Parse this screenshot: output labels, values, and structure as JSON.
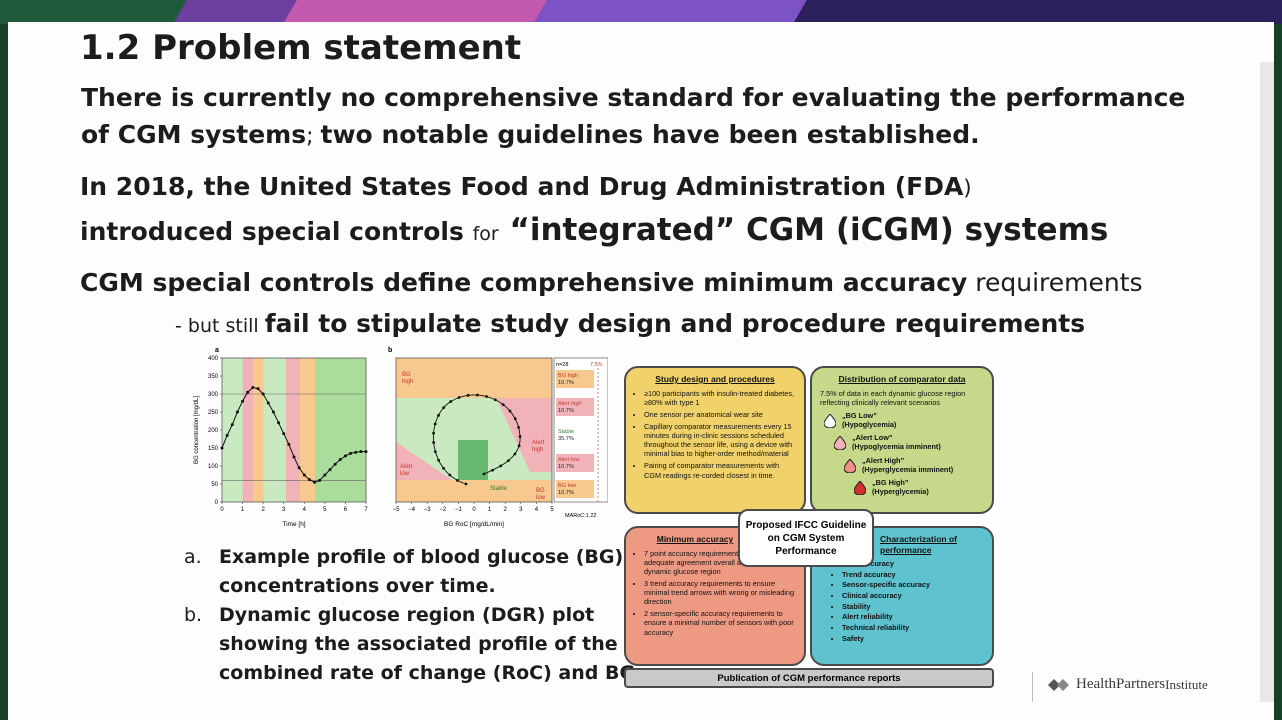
{
  "slide": {
    "title": "1.2 Problem statement",
    "line1a": "There is currently no comprehensive standard for evaluating the performance",
    "line1b": "of CGM systems",
    "line1c": "; ",
    "line1d": "two notable guidelines have been established.",
    "line2a": "In 2018, the United States Food and Drug Administration (FDA",
    "line2b": ")",
    "line3a": "introduced special controls ",
    "line3b": "for",
    "line3c": " “integrated” CGM (iCGM) systems",
    "line4a": "CGM special controls define comprehensive minimum accuracy",
    "line4b": " requirements",
    "line5a": "- but still ",
    "line5b": "fail to stipulate study design and procedure requirements",
    "caption_a_marker": "a.",
    "caption_a_line1": "Example profile of blood glucose (BG)",
    "caption_a_line2": "concentrations over time.",
    "caption_b_marker": "b.",
    "caption_b_line1": "Dynamic glucose region (DGR) plot",
    "caption_b_line2": "showing the associated profile of the",
    "caption_b_line3": "combined rate of change (RoC) and BG"
  },
  "figure": {
    "panel_a_label": "a",
    "panel_b_label": "b",
    "a_ylabel": "BG concentration [mg/dL]",
    "a_xlabel": "Time [h]",
    "a_yticks": [
      "0",
      "50",
      "100",
      "150",
      "200",
      "250",
      "300",
      "350",
      "400"
    ],
    "a_xticks": [
      "0",
      "1",
      "2",
      "3",
      "4",
      "5",
      "6",
      "7"
    ],
    "b_xlabel": "BG RoC [mg/dL/min]",
    "b_xticks": [
      "−5",
      "−4",
      "−3",
      "−2",
      "−1",
      "0",
      "1",
      "2",
      "3",
      "4",
      "5"
    ],
    "b_n": "n=28",
    "b_pct": "7.5%",
    "b_version": "MARoC:1.22",
    "b_regions": {
      "bg_high": "BG\nhigh",
      "alert_high": "Alert\nhigh",
      "stable": "Stable",
      "alert_low": "Alert\nlow",
      "bg_low": "BG\nlow"
    },
    "b_table": [
      {
        "label": "BG high",
        "pct": "10.7%"
      },
      {
        "label": "Alert high",
        "pct": "10.7%"
      },
      {
        "label": "Stable",
        "pct": "35.7%"
      },
      {
        "label": "Alert low",
        "pct": "10.7%"
      },
      {
        "label": "BG low",
        "pct": "10.7%"
      }
    ],
    "a_series": [
      [
        0,
        150
      ],
      [
        0.25,
        185
      ],
      [
        0.5,
        215
      ],
      [
        0.75,
        250
      ],
      [
        1,
        280
      ],
      [
        1.25,
        305
      ],
      [
        1.5,
        318
      ],
      [
        1.75,
        315
      ],
      [
        2,
        300
      ],
      [
        2.25,
        275
      ],
      [
        2.5,
        250
      ],
      [
        2.75,
        220
      ],
      [
        3,
        190
      ],
      [
        3.25,
        160
      ],
      [
        3.5,
        125
      ],
      [
        3.75,
        95
      ],
      [
        4,
        75
      ],
      [
        4.25,
        62
      ],
      [
        4.5,
        55
      ],
      [
        4.75,
        60
      ],
      [
        5,
        75
      ],
      [
        5.25,
        90
      ],
      [
        5.5,
        105
      ],
      [
        5.75,
        118
      ],
      [
        6,
        128
      ],
      [
        6.25,
        135
      ],
      [
        6.5,
        138
      ],
      [
        6.75,
        140
      ],
      [
        7,
        140
      ]
    ]
  },
  "ifcc": {
    "study_title": "Study design and procedures",
    "study_items": [
      "≥100 participants with insulin-treated diabetes, ≥80% with type 1",
      "One sensor per anatomical wear site",
      "Capillary comparator measurements every 15 minutes during in-clinic sessions scheduled throughout the sensor life, using a device with minimal bias to higher-order method/material",
      "Pairing of comparator measurements with CGM readings re-corded closest in time."
    ],
    "dist_title": "Distribution of comparator data",
    "dist_intro": "7.5% of data in each dynamic glucose region reflecting clinically relevant scenarios",
    "dist_items": [
      {
        "l1": "„BG Low”",
        "l2": "(Hypoglycemia)"
      },
      {
        "l1": "„Alert Low”",
        "l2": "(Hypoglycemia imminent)"
      },
      {
        "l1": "„Alert High”",
        "l2": "(Hyperglycemia imminent)"
      },
      {
        "l1": "„BG High”",
        "l2": "(Hyperglycemia)"
      }
    ],
    "center_text": "Proposed IFCC Guideline on CGM System Performance",
    "min_title": "Minimum accuracy",
    "min_items": [
      "7 point accuracy requirements to ensure adequate agreement overall and in each dynamic glucose region",
      "3 trend accuracy requirements to ensure minimal trend arrows with wrong or misleading direction",
      "2 sensor-specific accuracy requirements to ensure a minimal number of sensors with poor accuracy"
    ],
    "char_title": "Characterization of performance",
    "char_items": [
      "Point accuracy",
      "Trend accuracy",
      "Sensor-specific accuracy",
      "Clinical accuracy",
      "Stability",
      "Alert reliability",
      "Technical reliability",
      "Safety"
    ],
    "publication": "Publication of CGM performance reports"
  },
  "logo": {
    "text": "HealthPartners",
    "suffix": " Institute"
  },
  "colors": {
    "bg_high": "#f7c98f",
    "alert": "#f2b3b8",
    "stable": "#c9eac1",
    "study": "#f1d26a",
    "distribution": "#c6d98a",
    "minimum": "#ee9a83",
    "characterization": "#5fc3cf"
  }
}
